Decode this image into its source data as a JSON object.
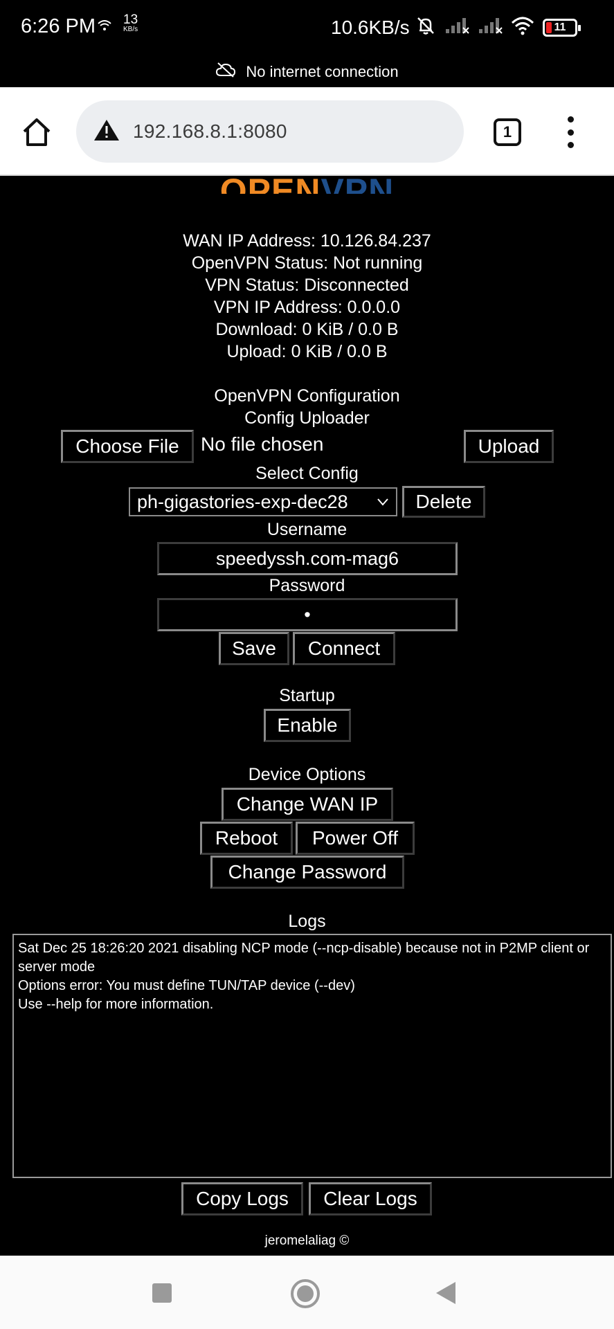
{
  "status_bar": {
    "time": "6:26 PM",
    "net_speed_small": "13",
    "net_speed_small_unit": "KB/s",
    "net_speed": "10.6KB/s",
    "battery": "11"
  },
  "network_banner": "No internet connection",
  "browser": {
    "url": "192.168.8.1:8080",
    "tab_count": "1"
  },
  "logo": {
    "part1": "OPEN",
    "part2": "VPN"
  },
  "status": {
    "wan_ip": "WAN IP Address: 10.126.84.237",
    "openvpn_status": "OpenVPN Status: Not running",
    "vpn_status": "VPN Status: Disconnected",
    "vpn_ip": "VPN IP Address: 0.0.0.0",
    "download": "Download: 0 KiB / 0.0 B",
    "upload": "Upload: 0 KiB / 0.0 B"
  },
  "config": {
    "section_title": "OpenVPN Configuration",
    "uploader_title": "Config Uploader",
    "choose_file_label": "Choose File",
    "no_file_label": "No file chosen",
    "upload_label": "Upload",
    "select_title": "Select Config",
    "selected_config": "ph-gigastories-exp-dec28",
    "delete_label": "Delete",
    "username_label": "Username",
    "username_value": "speedyssh.com-mag6",
    "password_label": "Password",
    "password_value": "•",
    "save_label": "Save",
    "connect_label": "Connect"
  },
  "startup": {
    "title": "Startup",
    "enable_label": "Enable"
  },
  "device_options": {
    "title": "Device Options",
    "change_wan_ip_label": "Change WAN IP",
    "reboot_label": "Reboot",
    "power_off_label": "Power Off",
    "change_password_label": "Change Password"
  },
  "logs": {
    "title": "Logs",
    "lines": [
      "Sat Dec 25 18:26:20 2021 disabling NCP mode (--ncp-disable) because not in P2MP client or server mode",
      "Options error: You must define TUN/TAP device (--dev)",
      "Use --help for more information."
    ],
    "copy_label": "Copy Logs",
    "clear_label": "Clear Logs"
  },
  "footer": "jeromelaliag ©"
}
